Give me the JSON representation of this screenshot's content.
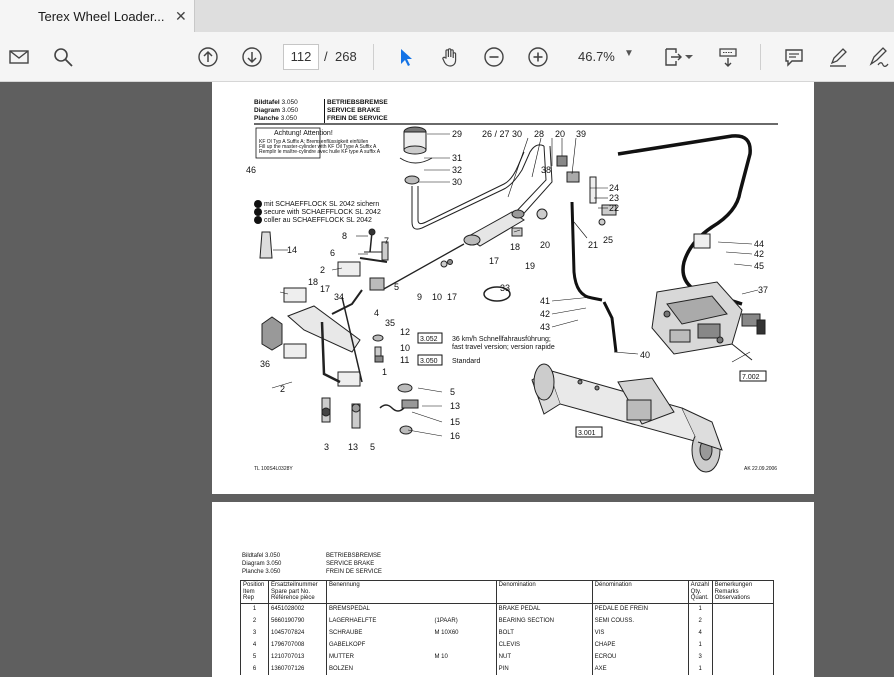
{
  "tab": {
    "title": "Terex Wheel Loader...",
    "close": "✕"
  },
  "toolbar": {
    "page_current": "112",
    "page_separator": "/",
    "page_total": "268",
    "zoom": "46.7%"
  },
  "page1": {
    "header": {
      "labels": [
        "Bildtafel",
        "Diagram",
        "Planche"
      ],
      "code": "3.050",
      "titles": [
        "BETRIEBSBREMSE",
        "SERVICE BRAKE",
        "FREIN DE SERVICE"
      ]
    },
    "warning": {
      "title": "Achtung!      Attention!",
      "lines": [
        "KF Ol Typ A Suffix A; Bremsenflüssigkeit einfüllen",
        "Fill up the master-cylinder with KF Oil Type A Suffix A",
        "Remplir le maître-cylindre avec huile KF type A suffix A"
      ]
    },
    "loctite": [
      "mit SCHAEFFLOCK SL 2042 sichern",
      "secure with SCHAEFFLOCK SL 2042",
      "coller au SCHAEFFLOCK SL 2042"
    ],
    "refs": {
      "r3052": "3.052",
      "r3052_text1": "36 km/h Schnellfahrausführung;",
      "r3052_text2": "fast travel version; version rapide",
      "r3050": "3.050",
      "r3050_text": "Standard",
      "r7002": "7.002",
      "r3001": "3.001"
    },
    "labels": {
      "l46": "46",
      "l29": "29",
      "l31": "31",
      "l32": "32",
      "l30": "30",
      "l26": "26 / 27",
      "l30b": "30",
      "l28": "28",
      "l20": "20",
      "l39": "39",
      "l38": "38",
      "l24": "24",
      "l23": "23",
      "l22": "22",
      "l25": "25",
      "l21": "21",
      "l20b": "20",
      "l18": "18",
      "l17": "17",
      "l19": "19",
      "l14": "14",
      "l8": "8",
      "l7": "7",
      "l6": "6",
      "l2": "2",
      "l18b": "18",
      "l17b": "17",
      "l34": "34",
      "l4": "4",
      "l5": "5",
      "l9": "9",
      "l10": "10",
      "l17c": "17",
      "l33": "33",
      "l36": "36",
      "l35": "35",
      "l12": "12",
      "l10b": "10",
      "l11": "11",
      "l1": "1",
      "l2b": "2",
      "l5b": "5",
      "l13": "13",
      "l15": "15",
      "l16": "16",
      "l3": "3",
      "l13b": "13",
      "l5c": "5",
      "l44": "44",
      "l42": "42",
      "l45": "45",
      "l37": "37",
      "l41": "41",
      "l42b": "42",
      "l43": "43",
      "l40": "40"
    },
    "footer_left": "TL 100S4L0328Y",
    "footer_right": "AK  22.09.2006"
  },
  "page2": {
    "header": {
      "labels": [
        "Bildtafel",
        "Diagram",
        "Planche"
      ],
      "code": "3.050",
      "titles": [
        "BETRIEBSBREMSE",
        "SERVICE BRAKE",
        "FREIN DE SERVICE"
      ]
    },
    "columns": {
      "pos": [
        "Position",
        "Item",
        "Rep"
      ],
      "part": [
        "Ersatzteilnummer",
        "Spare part No.",
        "Référence pièce"
      ],
      "name": [
        "Benennung"
      ],
      "denom_en": [
        "Denomination"
      ],
      "denom_fr": [
        "Dénomination"
      ],
      "qty": [
        "Anzahl",
        "Qty.",
        "Quant."
      ],
      "remarks": [
        "Bemerkungen",
        "Remarks",
        "Observations"
      ]
    },
    "rows": [
      {
        "pos": "1",
        "part": "6451028002",
        "name": "BREMSPEDAL",
        "spec": "",
        "en": "BRAKE PEDAL",
        "fr": "PEDALE DE FREIN",
        "qty": "1"
      },
      {
        "pos": "2",
        "part": "5660190790",
        "name": "LAGERHAELFTE",
        "spec": "(1PAAR)",
        "en": "BEARING SECTION",
        "fr": "SEMI COUSS.",
        "qty": "2"
      },
      {
        "pos": "3",
        "part": "1045707824",
        "name": "SCHRAUBE",
        "spec": "M 10X60",
        "en": "BOLT",
        "fr": "VIS",
        "qty": "4"
      },
      {
        "pos": "4",
        "part": "1796707008",
        "name": "GABELKOPF",
        "spec": "",
        "en": "CLEVIS",
        "fr": "CHAPE",
        "qty": "1"
      },
      {
        "pos": "5",
        "part": "1210707013",
        "name": "MUTTER",
        "spec": "M 10",
        "en": "NUT",
        "fr": "ECROU",
        "qty": "3"
      },
      {
        "pos": "6",
        "part": "1360707126",
        "name": "BOLZEN",
        "spec": "",
        "en": "PIN",
        "fr": "AXE",
        "qty": "1"
      }
    ]
  }
}
